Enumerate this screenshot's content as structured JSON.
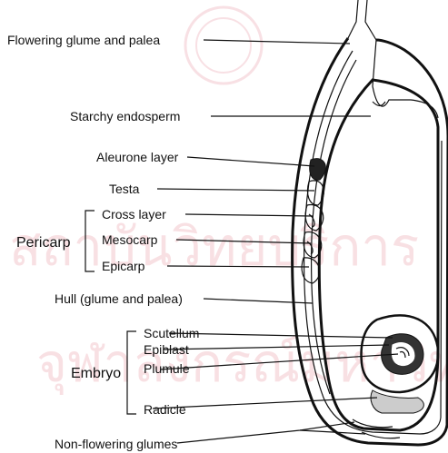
{
  "labels": {
    "flowering_glume": "Flowering glume and palea",
    "starchy_endosperm": "Starchy endosperm",
    "aleurone_layer": "Aleurone layer",
    "testa": "Testa",
    "cross_layer": "Cross layer",
    "mesocarp": "Mesocarp",
    "epicarp": "Epicarp",
    "pericarp": "Pericarp",
    "hull": "Hull (glume and palea)",
    "scutellum": "Scutellum",
    "epiblast": "Epiblast",
    "plumule": "Plumule",
    "radicle": "Radicle",
    "embryo": "Embryo",
    "non_flowering_glumes": "Non-flowering glumes"
  },
  "watermark": {
    "line1": "สถาบันวิทยบริการ",
    "line2": "จุฬาลงกรณ์มหาวิทยาลัย"
  },
  "colors": {
    "ink": "#111111",
    "watermark": "#f4ccd2"
  }
}
